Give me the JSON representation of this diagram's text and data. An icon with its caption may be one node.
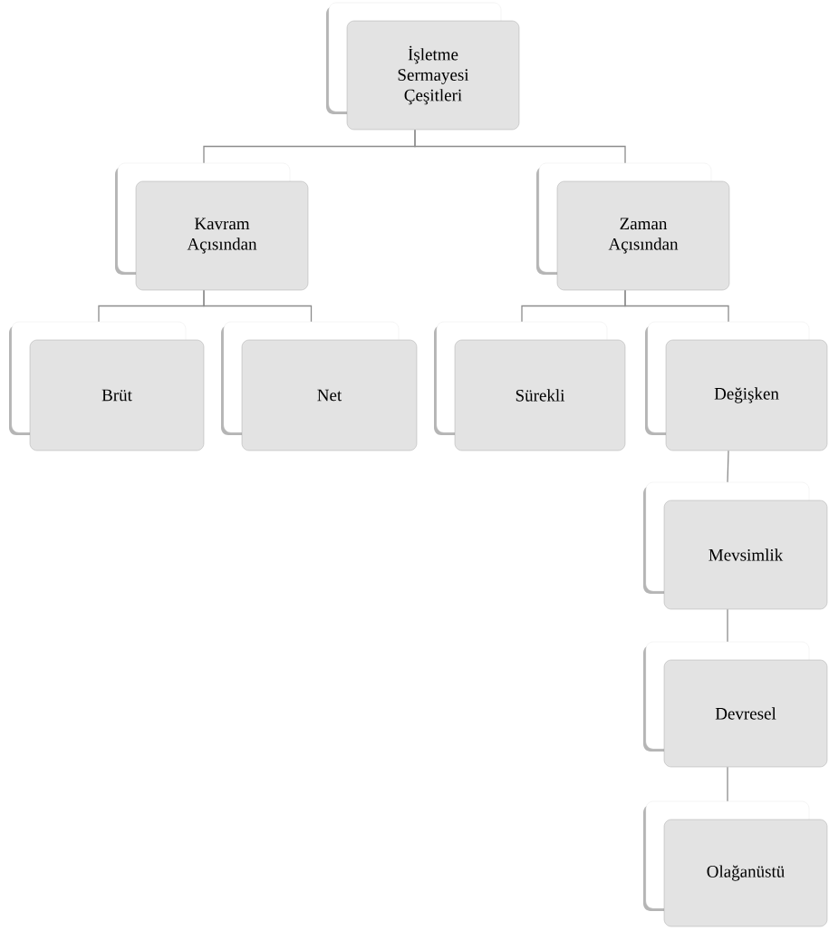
{
  "diagram": {
    "nodes": [
      {
        "text": [
          "İşletme Sermayesi Çeşitleri"
        ]
      },
      {
        "text": [
          "Kavram Açısından"
        ]
      },
      {
        "text": [
          "Zaman Açısından"
        ]
      },
      {
        "text": [
          "Brüt"
        ]
      },
      {
        "text": [
          "Net"
        ]
      },
      {
        "text": [
          "Sürekli"
        ]
      },
      {
        "text": [
          "Değişken"
        ]
      },
      {
        "text": [
          "Mevsimlik"
        ]
      },
      {
        "text": [
          "Devresel"
        ]
      },
      {
        "text": [
          "Olağanüstü"
        ]
      }
    ],
    "edges": [
      {
        "from": 0,
        "to": 1,
        "arrow": "none"
      },
      {
        "from": 0,
        "to": 2,
        "arrow": "none"
      },
      {
        "from": 1,
        "to": 3,
        "arrow": "none"
      },
      {
        "from": 1,
        "to": 4,
        "arrow": "none"
      },
      {
        "from": 2,
        "to": 5,
        "arrow": "none"
      },
      {
        "from": 2,
        "to": 6,
        "arrow": "none"
      },
      {
        "from": 6,
        "to": 7,
        "arrow": "none"
      },
      {
        "from": 7,
        "to": 8,
        "arrow": "none"
      },
      {
        "from": 8,
        "to": 9,
        "arrow": "none"
      }
    ]
  }
}
